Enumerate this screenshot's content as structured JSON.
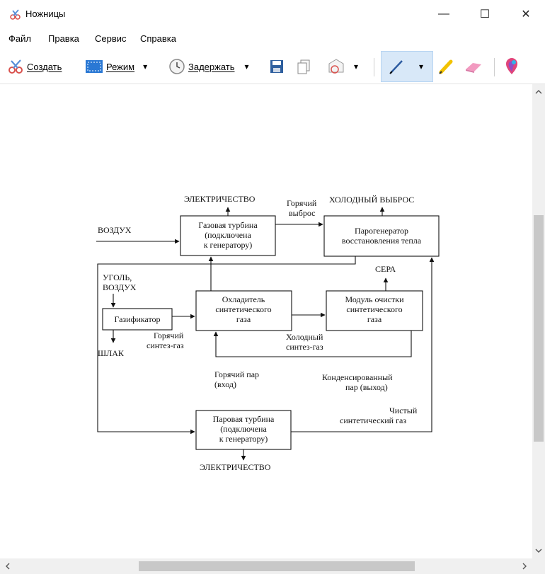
{
  "window": {
    "title": "Ножницы",
    "controls": {
      "minimize": "—",
      "maximize": "☐",
      "close": "✕"
    }
  },
  "menu": [
    "Файл",
    "Правка",
    "Сервис",
    "Справка"
  ],
  "toolbar": {
    "new_label": "Создать",
    "mode_label": "Режим",
    "delay_label": "Задержать",
    "dropdown_glyph": "▾"
  },
  "colors": {
    "accent_pen": "#d8e8f8",
    "diagram_stroke": "#111111"
  },
  "diagram": {
    "electricity_top": "ЭЛЕКТРИЧЕСТВО",
    "hot_exhaust_1": "Горячий",
    "hot_exhaust_2": "выброс",
    "cold_exhaust": "ХОЛОДНЫЙ ВЫБРОС",
    "air": "ВОЗДУХ",
    "gas_turbine": [
      "Газовая турбина",
      "(подключена",
      "к генератору)"
    ],
    "hrsg": [
      "Парогенератор",
      "восстановления тепла"
    ],
    "coal_air": [
      "УГОЛЬ,",
      "ВОЗДУХ"
    ],
    "sulfur": "СЕРА",
    "gasifier": "Газификатор",
    "cooler": [
      "Охладитель",
      "синтетического",
      "газа"
    ],
    "cleaner": [
      "Модуль очистки",
      "синтетического",
      "газа"
    ],
    "hot_syngas": [
      "Горячий",
      "синтез-газ"
    ],
    "cold_syngas": [
      "Холодный",
      "синтез-газ"
    ],
    "slag": "ШЛАК",
    "hot_steam": [
      "Горячий пар",
      "(вход)"
    ],
    "condensed_steam": [
      "Конденсированный",
      "пар (выход)"
    ],
    "clean_syngas": [
      "Чистый",
      "синтетический газ"
    ],
    "steam_turbine": [
      "Паровая турбина",
      "(подключена",
      "к генератору)"
    ],
    "electricity_bottom": "ЭЛЕКТРИЧЕСТВО"
  }
}
